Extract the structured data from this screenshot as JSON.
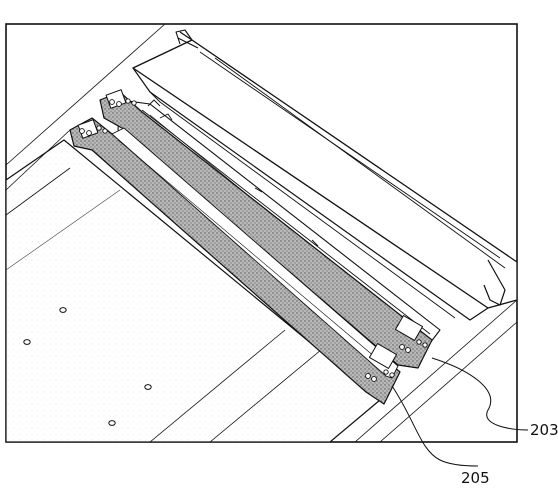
{
  "figure": {
    "kind": "patent line drawing",
    "colors": {
      "line": "#111111",
      "background": "#ffffff",
      "stipple_fill": "#9a9a9a",
      "sheet_fill": "#f7f7f7"
    },
    "reference_numerals": [
      {
        "id": "ref-203",
        "text": "203",
        "refers_to": "rail-strip-upper"
      },
      {
        "id": "ref-205",
        "text": "205",
        "refers_to": "rail-strip-lower"
      }
    ]
  }
}
